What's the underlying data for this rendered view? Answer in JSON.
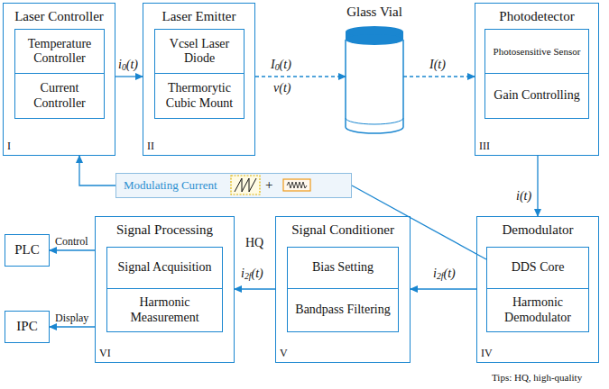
{
  "diagram": {
    "nodes": [
      {
        "text": [
          "Laser Controller",
          "I"
        ]
      },
      {
        "text": [
          "Temperature Controller"
        ],
        "in": 0
      },
      {
        "text": [
          "Current Controller"
        ],
        "in": 0
      },
      {
        "text": [
          "Laser Emitter",
          "II"
        ]
      },
      {
        "text": [
          "Vcsel Laser Diode"
        ],
        "in": 3
      },
      {
        "text": [
          "Thermorytic Cubic Mount"
        ],
        "in": 3
      },
      {
        "text": [
          "Glass Vial"
        ]
      },
      {
        "text": [
          "Photodetector",
          "III"
        ]
      },
      {
        "text": [
          "Photosensitive Sensor"
        ],
        "in": 7
      },
      {
        "text": [
          "Gain Controlling"
        ],
        "in": 7
      },
      {
        "text": [
          "Modulating Current",
          "+"
        ]
      },
      {
        "text": [
          "Demodulator",
          "IV"
        ]
      },
      {
        "text": [
          "DDS Core"
        ],
        "in": 11
      },
      {
        "text": [
          "Harmonic Demodulator"
        ],
        "in": 11
      },
      {
        "text": [
          "Signal Conditioner",
          "V"
        ]
      },
      {
        "text": [
          "Bias Setting"
        ],
        "in": 14
      },
      {
        "text": [
          "Bandpass Filtering"
        ],
        "in": 14
      },
      {
        "text": [
          "Signal Processing",
          "VI"
        ]
      },
      {
        "text": [
          "Signal Acquisition"
        ],
        "in": 17
      },
      {
        "text": [
          "Harmonic Measurement"
        ],
        "in": 17
      },
      {
        "text": [
          "PLC"
        ]
      },
      {
        "text": [
          "IPC"
        ]
      }
    ],
    "edges": [
      {
        "from": 0,
        "to": 3,
        "arrow": "to",
        "label": "i0(t)"
      },
      {
        "from": 3,
        "to": 6,
        "arrow": "to",
        "label": "I0(t)"
      },
      {
        "from": 6,
        "to": 7,
        "arrow": "to",
        "label": "I(t)"
      },
      {
        "from": 7,
        "to": 11,
        "arrow": "to",
        "label": "i(t)"
      },
      {
        "from": 12,
        "to": 10,
        "arrow": "none"
      },
      {
        "from": 10,
        "to": 0,
        "arrow": "to"
      },
      {
        "from": 11,
        "to": 14,
        "arrow": "to",
        "label": "i2f(t)"
      },
      {
        "from": 14,
        "to": 17,
        "arrow": "to",
        "label": "i2f(t)"
      },
      {
        "from": 17,
        "to": 20,
        "arrow": "to",
        "label": "Control"
      },
      {
        "from": 17,
        "to": 21,
        "arrow": "to",
        "label": "Display"
      }
    ],
    "labels": [
      "v(t)",
      "HQ",
      "Tips: HQ, high-quality"
    ]
  }
}
